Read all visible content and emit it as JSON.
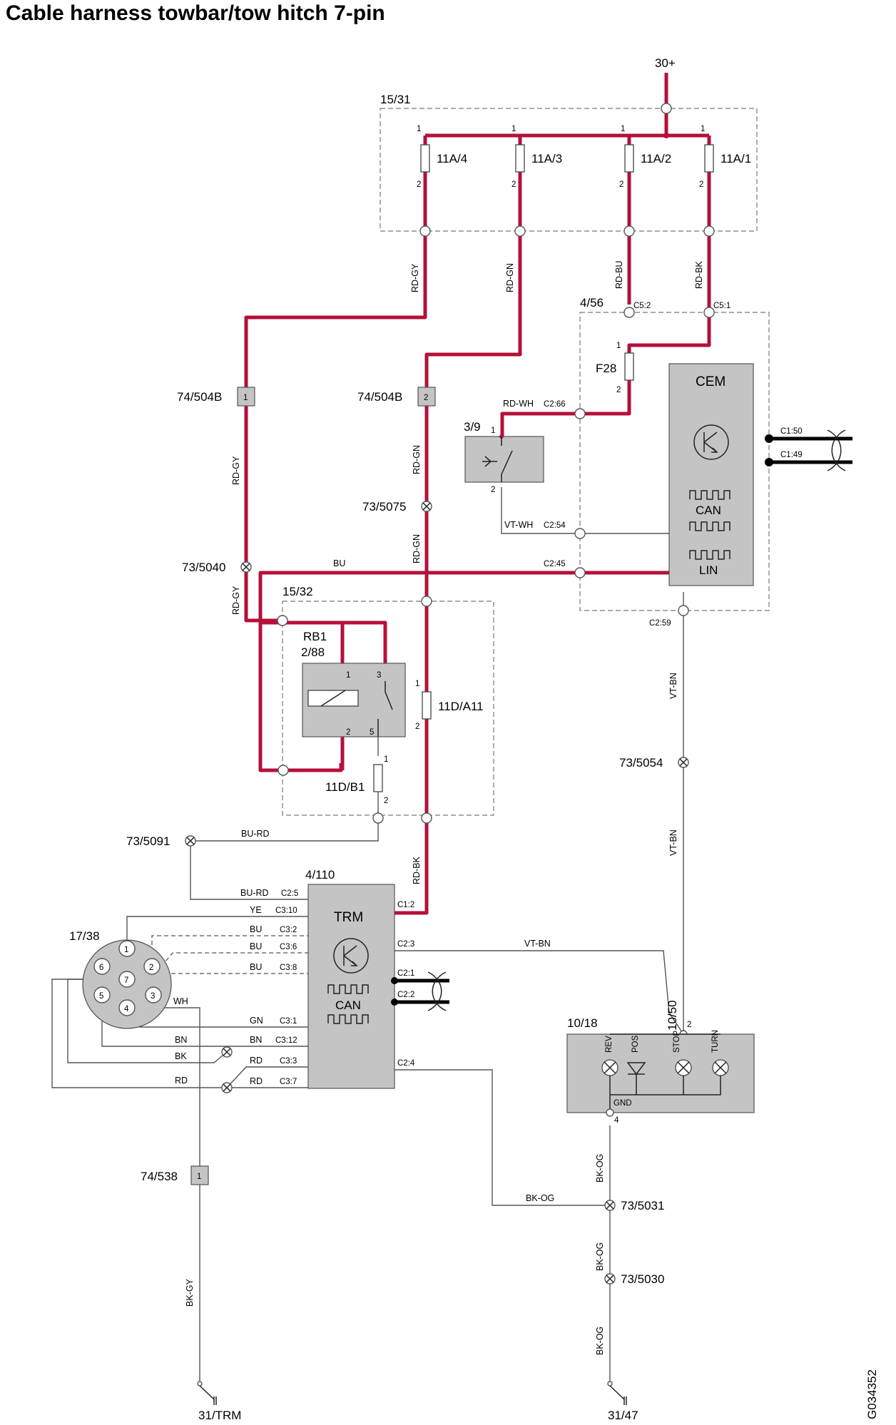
{
  "title": "Cable harness towbar/tow hitch 7-pin",
  "figure_id": "G034352",
  "supply": {
    "label": "30+"
  },
  "fusebox_main": {
    "id": "15/31",
    "fuses": [
      {
        "name": "11A/4",
        "pin_in": "1",
        "pin_out": "2",
        "wire": "RD-GY"
      },
      {
        "name": "11A/3",
        "pin_in": "1",
        "pin_out": "2",
        "wire": "RD-GN"
      },
      {
        "name": "11A/2",
        "pin_in": "1",
        "pin_out": "2",
        "wire": "RD-BU"
      },
      {
        "name": "11A/1",
        "pin_in": "1",
        "pin_out": "2",
        "wire": "RD-BK"
      }
    ]
  },
  "cem_box": {
    "id": "4/56",
    "fuse": {
      "name": "F28",
      "pin_in": "1",
      "pin_out": "2"
    },
    "pins": {
      "c5_2": "C5:2",
      "c5_1": "C5:1",
      "c2_66": "C2:66",
      "c2_54": "C2:54",
      "c2_45": "C2:45",
      "c2_59": "C2:59",
      "c1_50": "C1:50",
      "c1_49": "C1:49"
    },
    "module": {
      "name": "CEM",
      "can": "CAN",
      "lin": "LIN"
    }
  },
  "connectors": {
    "c74_504b": "74/504B",
    "c74_504b_pin1": "1",
    "c74_504b_pin2": "2",
    "c74_538": "74/538",
    "c74_538_pin": "1"
  },
  "splices": {
    "s73_5075": "73/5075",
    "s73_5040": "73/5040",
    "s73_5091": "73/5091",
    "s73_5054": "73/5054",
    "s73_5031": "73/5031",
    "s73_5030": "73/5030"
  },
  "switch_3_9": {
    "id": "3/9",
    "pin1": "1",
    "pin2": "2"
  },
  "relay_box": {
    "id": "15/32",
    "relay_name": "RB1",
    "relay_id": "2/88",
    "pins": {
      "p1": "1",
      "p2": "2",
      "p3": "3",
      "p5": "5"
    },
    "fuse_a": {
      "name": "11D/A11",
      "pin_in": "1",
      "pin_out": "2"
    },
    "fuse_b": {
      "name": "11D/B1",
      "pin_in": "1",
      "pin_out": "2"
    }
  },
  "wires": {
    "rd_gy": "RD-GY",
    "rd_gn": "RD-GN",
    "rd_bu": "RD-BU",
    "rd_bk": "RD-BK",
    "rd_wh": "RD-WH",
    "vt_wh": "VT-WH",
    "bu": "BU",
    "bu_rd": "BU-RD",
    "vt_bn": "VT-BN",
    "ye": "YE",
    "gn": "GN",
    "bn": "BN",
    "bk": "BK",
    "rd": "RD",
    "wh": "WH",
    "bk_og": "BK-OG",
    "bk_gy": "BK-GY"
  },
  "trm": {
    "id": "4/110",
    "name": "TRM",
    "can": "CAN",
    "pins": {
      "c2_5": "C2:5",
      "c3_10": "C3:10",
      "c3_2": "C3:2",
      "c3_6": "C3:6",
      "c3_8": "C3:8",
      "c3_1": "C3:1",
      "c3_12": "C3:12",
      "c3_3": "C3:3",
      "c3_7": "C3:7",
      "c1_2": "C1:2",
      "c2_3": "C2:3",
      "c2_1": "C2:1",
      "c2_2": "C2:2",
      "c2_4": "C2:4"
    }
  },
  "socket": {
    "id": "17/38",
    "pins": [
      "1",
      "2",
      "3",
      "4",
      "5",
      "6",
      "7"
    ]
  },
  "lamp_cluster": {
    "id": "10/18",
    "feed_id": "10/50",
    "pin_feed": "2",
    "pin_gnd": "4",
    "lamps": [
      "REV",
      "POS",
      "STOP",
      "TURN"
    ],
    "gnd": "GND"
  },
  "grounds": {
    "trm": "31/TRM",
    "g47": "31/47"
  },
  "colors": {
    "power_wire": "#b5103a",
    "signal_wire": "#555555",
    "module_fill": "#c4c4c4"
  }
}
